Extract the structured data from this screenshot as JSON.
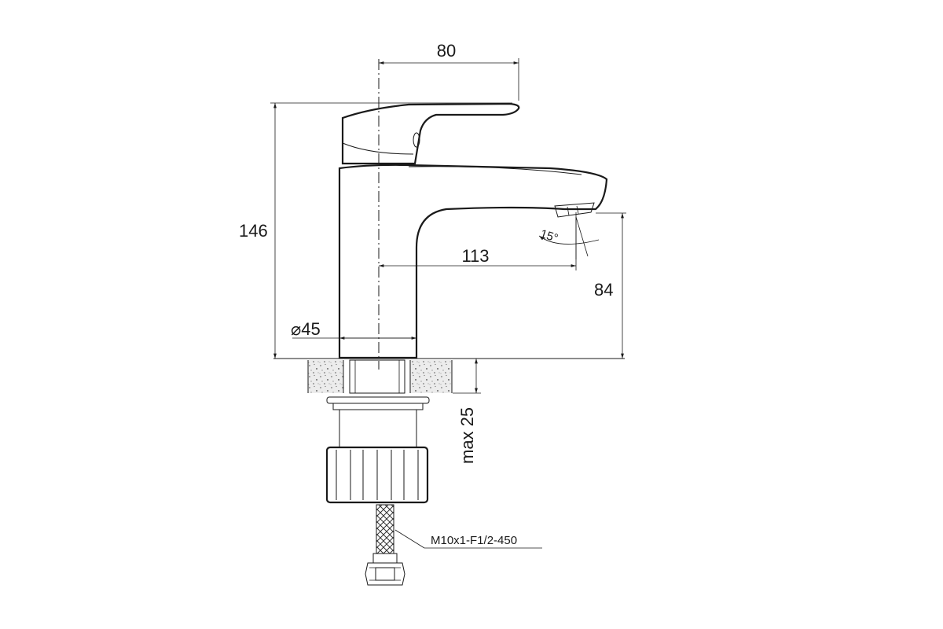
{
  "drawing": {
    "dimensions": {
      "spout_width": "80",
      "total_height": "146",
      "reach": "113",
      "spout_height": "84",
      "base_diameter": "⌀45",
      "mount_thickness": "max 25",
      "angle": "15°"
    },
    "hose_label": "M10x1-F1/2-450"
  }
}
